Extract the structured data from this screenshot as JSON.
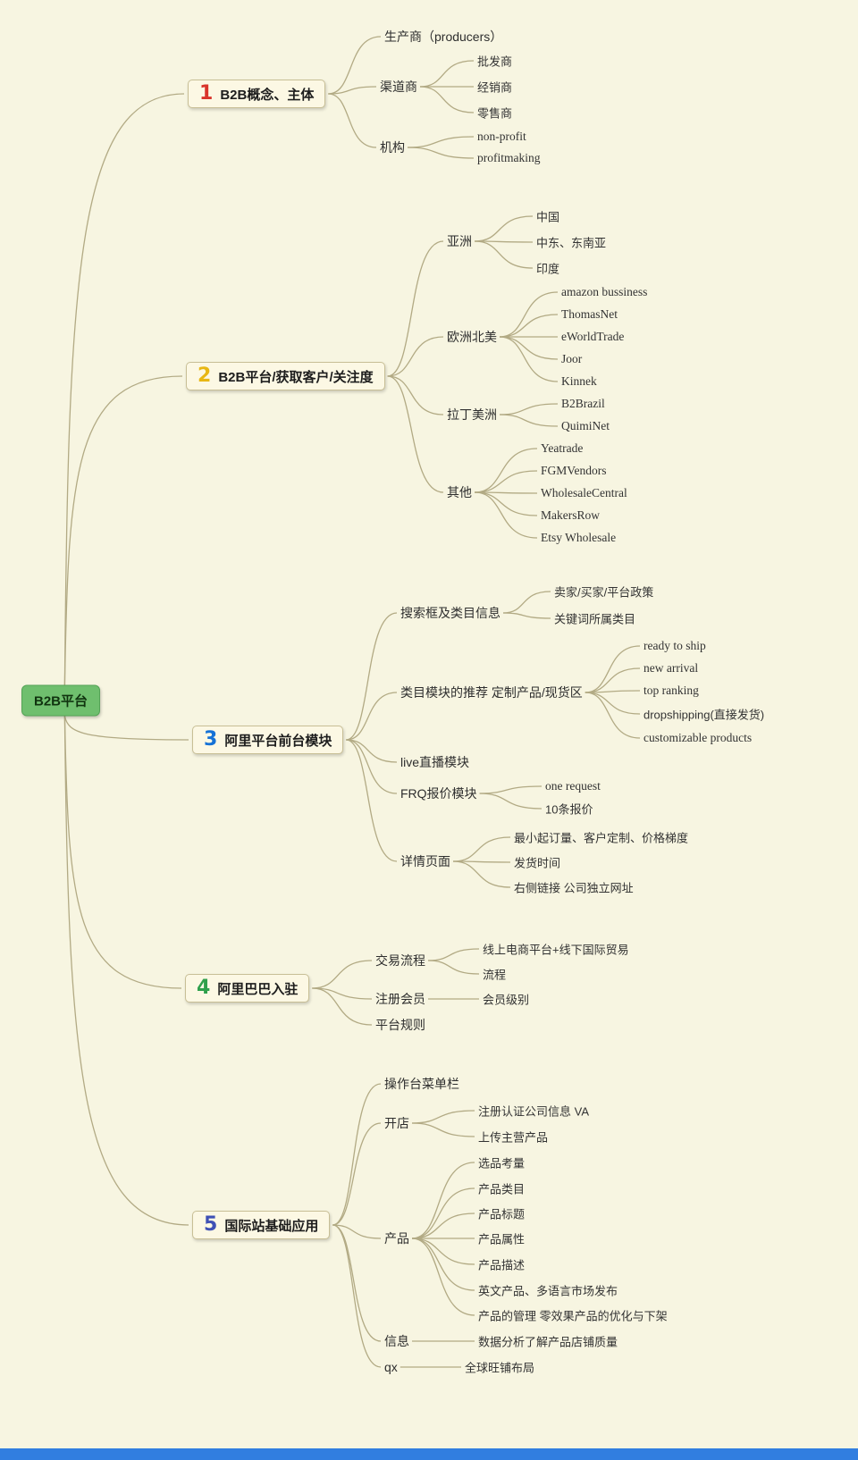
{
  "palette": {
    "background": "#f7f5e1",
    "edge": "#b2aa84",
    "root_fill": "#6fbf6e",
    "footer_bar": "#317ee0"
  },
  "root": {
    "label": "B2B平台"
  },
  "branches": [
    {
      "num": "1",
      "label": "B2B概念、主体",
      "color": "#d9342b",
      "children": [
        {
          "label": "生产商（producers）",
          "children": []
        },
        {
          "label": "渠道商",
          "children": [
            {
              "label": "批发商"
            },
            {
              "label": "经销商"
            },
            {
              "label": "零售商"
            }
          ]
        },
        {
          "label": "机构",
          "children": [
            {
              "label": "non-profit"
            },
            {
              "label": "profitmaking"
            }
          ]
        }
      ]
    },
    {
      "num": "2",
      "label": "B2B平台/获取客户/关注度",
      "color": "#e8b714",
      "children": [
        {
          "label": "亚洲",
          "children": [
            {
              "label": "中国"
            },
            {
              "label": "中东、东南亚"
            },
            {
              "label": "印度"
            }
          ]
        },
        {
          "label": "欧洲北美",
          "children": [
            {
              "label": "amazon bussiness"
            },
            {
              "label": "ThomasNet"
            },
            {
              "label": "eWorldTrade"
            },
            {
              "label": "Joor"
            },
            {
              "label": "Kinnek"
            }
          ]
        },
        {
          "label": "拉丁美洲",
          "children": [
            {
              "label": "B2Brazil"
            },
            {
              "label": "QuimiNet"
            }
          ]
        },
        {
          "label": "其他",
          "children": [
            {
              "label": "Yeatrade"
            },
            {
              "label": "FGMVendors"
            },
            {
              "label": "WholesaleCentral"
            },
            {
              "label": "MakersRow"
            },
            {
              "label": "Etsy Wholesale"
            }
          ]
        }
      ]
    },
    {
      "num": "3",
      "label": "阿里平台前台模块",
      "color": "#1672d6",
      "children": [
        {
          "label": "搜索框及类目信息",
          "children": [
            {
              "label": "卖家/买家/平台政策"
            },
            {
              "label": "关键词所属类目"
            }
          ]
        },
        {
          "label": "类目模块的推荐 定制产品/现货区",
          "children": [
            {
              "label": "ready to ship"
            },
            {
              "label": "new arrival"
            },
            {
              "label": "top ranking"
            },
            {
              "label": "dropshipping(直接发货)"
            },
            {
              "label": "customizable products"
            }
          ]
        },
        {
          "label": "live直播模块",
          "children": []
        },
        {
          "label": "FRQ报价模块",
          "children": [
            {
              "label": "one request"
            },
            {
              "label": "10条报价"
            }
          ]
        },
        {
          "label": "详情页面",
          "children": [
            {
              "label": "最小起订量、客户定制、价格梯度"
            },
            {
              "label": "发货时间"
            },
            {
              "label": "右侧链接 公司独立网址"
            }
          ]
        }
      ]
    },
    {
      "num": "4",
      "label": "阿里巴巴入驻",
      "color": "#2fa04c",
      "children": [
        {
          "label": "交易流程",
          "children": [
            {
              "label": "线上电商平台+线下国际贸易"
            },
            {
              "label": "流程"
            }
          ]
        },
        {
          "label": "注册会员",
          "children": [
            {
              "label": "会员级别"
            }
          ]
        },
        {
          "label": "平台规则",
          "children": []
        }
      ]
    },
    {
      "num": "5",
      "label": "国际站基础应用",
      "color": "#3f51b5",
      "children": [
        {
          "label": "操作台菜单栏",
          "children": []
        },
        {
          "label": "开店",
          "children": [
            {
              "label": "注册认证公司信息 VA"
            },
            {
              "label": "上传主营产品"
            }
          ]
        },
        {
          "label": "产品",
          "children": [
            {
              "label": "选品考量"
            },
            {
              "label": "产品类目"
            },
            {
              "label": "产品标题"
            },
            {
              "label": "产品属性"
            },
            {
              "label": "产品描述"
            },
            {
              "label": "英文产品、多语言市场发布"
            },
            {
              "label": "产品的管理 零效果产品的优化与下架"
            }
          ]
        },
        {
          "label": "信息",
          "children": [
            {
              "label": "数据分析了解产品店铺质量"
            }
          ]
        },
        {
          "label": "qx",
          "children": [
            {
              "label": "全球旺铺布局"
            }
          ]
        }
      ]
    }
  ]
}
